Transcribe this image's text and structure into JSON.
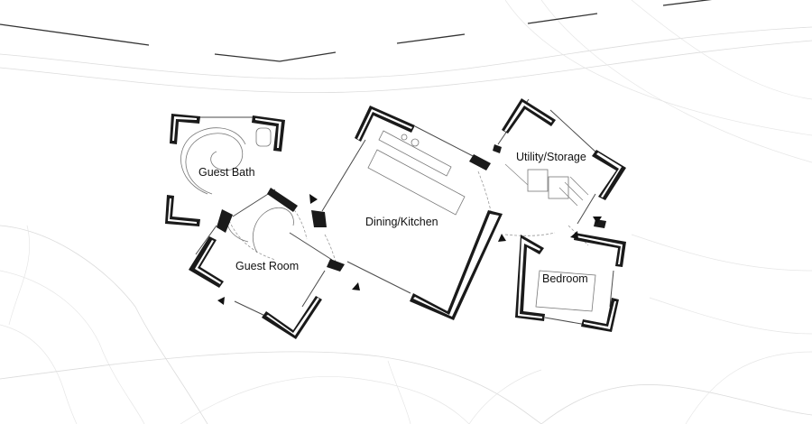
{
  "floor_plan": {
    "rooms": [
      {
        "id": "guest-bath",
        "label": "Guest Bath"
      },
      {
        "id": "guest-room",
        "label": "Guest Room"
      },
      {
        "id": "dining-kitchen",
        "label": "Dining/Kitchen"
      },
      {
        "id": "utility-storage",
        "label": "Utility/Storage"
      },
      {
        "id": "bedroom",
        "label": "Bedroom"
      }
    ]
  }
}
